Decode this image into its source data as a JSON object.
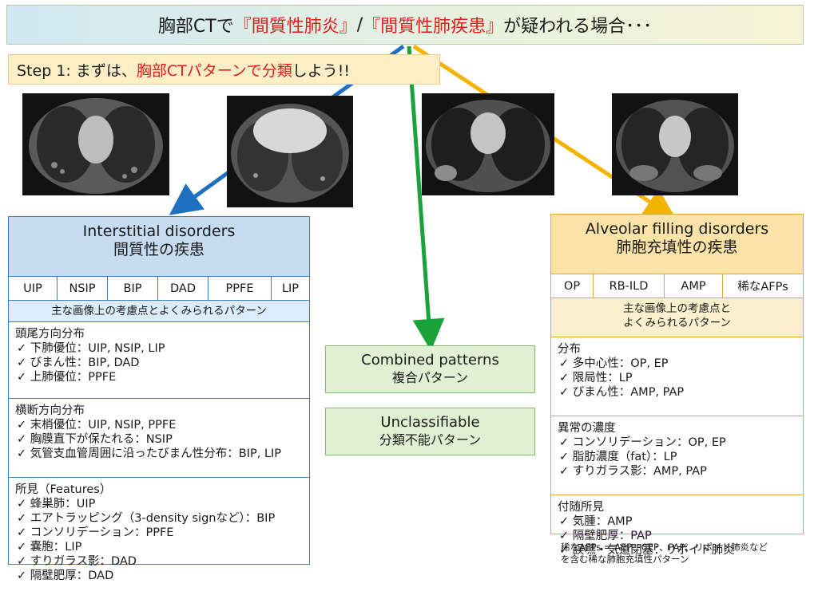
{
  "title": {
    "pre": "胸部CTで",
    "em1": "『間質性肺炎』",
    "mid": "/",
    "em2": "『間質性肺疾患』",
    "post": "が疑われる場合･･･"
  },
  "step": {
    "pre": "Step 1: まずは、",
    "em": "胸部CTパターンで分類",
    "post": "しよう!!"
  },
  "colors": {
    "blue_arrow": "#1f6fc2",
    "green_arrow": "#1aa33a",
    "yellow_arrow": "#f2b400",
    "red_text": "#e31b1b"
  },
  "ct_images": [
    "ct-image-1",
    "ct-image-2",
    "ct-image-3",
    "ct-image-4"
  ],
  "left": {
    "title_en": "Interstitial disorders",
    "title_jp": "間質性の疾患",
    "patterns": [
      "UIP",
      "NSIP",
      "BIP",
      "DAD",
      "PPFE",
      "LIP"
    ],
    "subheader": "主な画像上の考慮点とよくみられるパターン",
    "sections": [
      {
        "title": "頭尾方向分布",
        "items": [
          "✓ 下肺優位：UIP, NSIP, LIP",
          "✓ びまん性：BIP, DAD",
          "✓ 上肺優位：PPFE"
        ]
      },
      {
        "title": "横断方向分布",
        "items": [
          "✓ 末梢優位：UIP, NSIP, PPFE",
          "✓ 胸膜直下が保たれる：NSIP",
          "✓ 気管支血管周囲に沿ったびまん性分布：BIP, LIP"
        ]
      },
      {
        "title": "所見（Features）",
        "items": [
          "✓ 蜂巣肺：UIP",
          "✓ エアトラッピング（3-density signなど）：BIP",
          "✓ コンソリデーション：PPFE",
          "✓ 嚢胞：LIP",
          "✓ すりガラス影：DAD",
          "✓ 隔壁肥厚：DAD"
        ]
      }
    ]
  },
  "middle": {
    "combined": {
      "en": "Combined patterns",
      "jp": "複合パターン"
    },
    "unclassifiable": {
      "en": "Unclassifiable",
      "jp": "分類不能パターン"
    }
  },
  "right": {
    "title_en": "Alveolar filling disorders",
    "title_jp": "肺胞充填性の疾患",
    "patterns": [
      "OP",
      "RB-ILD",
      "AMP",
      "稀なAFPs"
    ],
    "subheader_l1": "主な画像上の考慮点と",
    "subheader_l2": "よくみられるパターン",
    "sections": [
      {
        "title": "分布",
        "items": [
          "✓ 多中心性：OP, EP",
          "✓ 限局性：LP",
          "✓ びまん性：AMP, PAP"
        ]
      },
      {
        "title": "異常の濃度",
        "items": [
          "✓ コンソリデーション：OP, EP",
          "✓ 脂肪濃度（fat）：LP",
          "✓ すりガラス影：AMP, PAP"
        ]
      },
      {
        "title": "付随所見",
        "items": [
          "✓ 気腫：AMP",
          "✓ 隔壁肥厚：PAP",
          "✓ 誤嚥・気道閉塞：リポイド肺炎"
        ]
      }
    ]
  },
  "footnote": {
    "line1": "稀なAFPs = AEP、CEP、PAP、リポイド肺炎など",
    "line2": "を含む稀な肺胞充填性パターン"
  }
}
